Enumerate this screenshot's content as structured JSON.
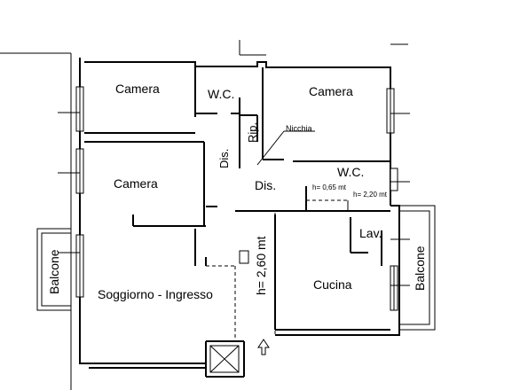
{
  "rooms": {
    "camera_1": "Camera",
    "wc_1": "W.C.",
    "camera_2": "Camera",
    "rip": "Rip.",
    "nicchia": "Nicchia",
    "dis_1": "Dis.",
    "camera_3": "Camera",
    "dis_2": "Dis.",
    "wc_2": "W.C.",
    "h_065": "h= 0,65 mt",
    "h_220": "h= 2,20 mt",
    "lav": "Lav.",
    "balcone_left": "Balcone",
    "balcone_right": "Balcone",
    "h_260": "h= 2,60 mt",
    "cucina": "Cucina",
    "soggiorno": "Soggiorno - Ingresso"
  }
}
